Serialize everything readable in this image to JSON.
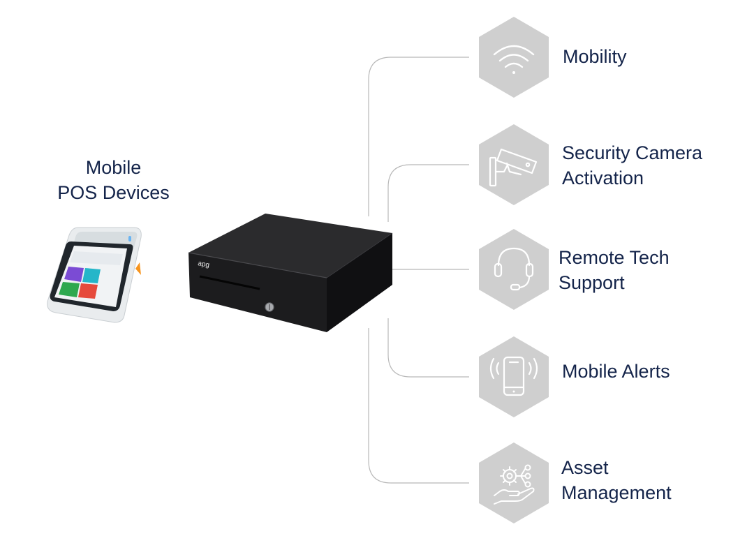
{
  "source": {
    "title_line1": "Mobile",
    "title_line2": "POS Devices"
  },
  "drawer": {
    "brand": "apg"
  },
  "features": [
    {
      "icon": "wifi-icon",
      "line1": "Mobility",
      "line2": ""
    },
    {
      "icon": "security-camera-icon",
      "line1": "Security Camera",
      "line2": "Activation"
    },
    {
      "icon": "headset-icon",
      "line1": "Remote Tech",
      "line2": "Support"
    },
    {
      "icon": "smartphone-alert-icon",
      "line1": "Mobile Alerts",
      "line2": ""
    },
    {
      "icon": "asset-management-icon",
      "line1": "Asset",
      "line2": "Management"
    }
  ],
  "colors": {
    "hexagon": "#cfcfcf",
    "text": "#14244a",
    "connector": "#b8b8b8",
    "accent": "#f7941d"
  }
}
